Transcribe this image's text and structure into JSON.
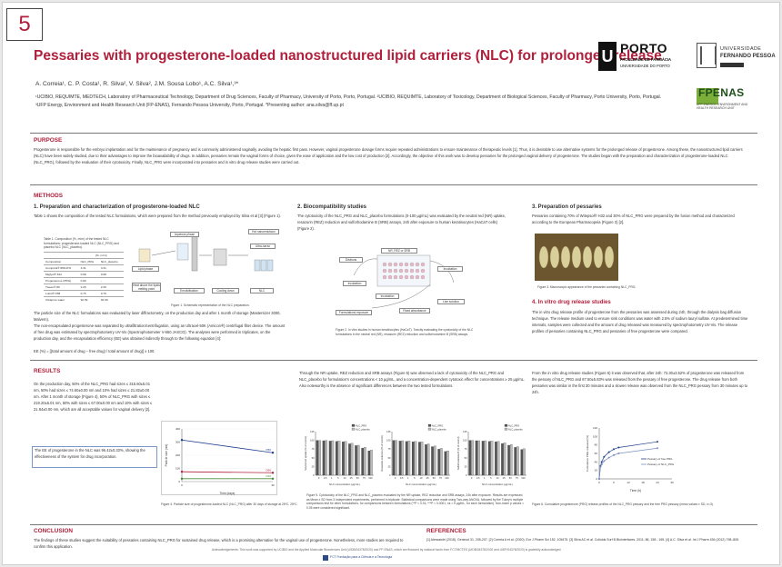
{
  "slide_number": "5",
  "title": "Pessaries with progesterone-loaded nanostructured lipid carriers (NLC) for prolonged release",
  "authors": "A. Correia¹, C. P. Costa¹, R. Silva², V. Silva², J.M. Sousa Lobo¹, A.C. Silva¹,³*",
  "affiliations": "¹UCIBIO, REQUIMTE, MEDTECH, Laboratory of Pharmaceutical Technology, Department of Drug Sciences, Faculty of Pharmacy, University of Porto, Porto, Portugal. ²UCIBIO, REQUIMTE, Laboratory of Toxicology, Department of Biological Sciences, Faculty of Pharmacy, Porto University, Porto, Portugal. ³UFP Energy, Environment and Health Research Unit (FP-ENAS), Fernando Pessoa University, Porto, Portugal. *Presenting author: ana.silva@ff.up.pt",
  "logos": {
    "up_letter": "U",
    "up_name": "PORTO",
    "up_faculty": "FACULDADE DE FARMÁCIA",
    "up_university": "UNIVERSIDADE DO PORTO",
    "ufp_line1": "UNIVERSIDADE",
    "ufp_line2": "FERNANDO PESSOA",
    "fpenas_name": "FPENAS",
    "fpenas_sub": "UFP ENERGY, ENVIRONMENT AND HEALTH RESEARCH UNIT"
  },
  "purpose": {
    "heading": "PURPOSE",
    "text": "Progesterone is responsible for the embryo implantation and for the maintenance of pregnancy and is commonly administered vaginally, avoiding the hepatic first pass. However, vaginal progesterone dosage forms require repeated administrations to ensure maintenance of therapeutic levels [1]. Thus, it is desirable to use alternative systems for the prolonged release of progesterone. Among these, the nanostructured lipid carriers (NLC) have been widely studied, due to their advantages to improve the bioavailability of drugs. In addition, pessaries remain the vaginal forms of choice, given the ease of application and the low cost of production [2]. Accordingly, the objective of this work was to develop pessaries for the prolonged vaginal delivery of progesterone. The studies began with the preparation and characterization of progesterone-loaded NLC (NLC_PRG), followed by the evaluation of their cytotoxicity. Finally, NLC_PRG were incorporated into pessaries and in vitro drug release studies were carried out."
  },
  "methods": {
    "heading": "METHODS",
    "s1_title": "1. Preparation and characterization of progesterone-loaded NLC",
    "s1_text": "Table 1 shows the composition of the tested NLC formulations, which were prepared from the method previously employed by Silva et al [3] (Figure 1).",
    "table_caption": "Table 1. Composition (%, m/m) of the tested NLC formulations: progesterone-loaded NLC (NLC_PRG) and placebo NLC (NLC_placebo).",
    "table_header": [
      "Composition",
      "NLC_PRG",
      "NLC_placebo"
    ],
    "table_group": "(%, m/m)",
    "table_rows": [
      [
        "Compritol® 888 ATO",
        "3.31",
        "3.31"
      ],
      [
        "Miglyol® 812",
        "0.68",
        "0.68"
      ],
      [
        "Progesterone (PRG)",
        "0.90",
        "-"
      ],
      [
        "Tween® 80",
        "2.26",
        "2.26"
      ],
      [
        "Lutrol® F68",
        "0.76",
        "0.76"
      ],
      [
        "Ultrapure water",
        "92.09",
        "92.99"
      ]
    ],
    "fig1_labels": {
      "lipid": "Lipid phase",
      "aqueous": "Aqueous phase",
      "heat": "Heat above the lipids melting point",
      "emuls": "Emulsification",
      "cooling": "Cooling down",
      "nlc": "NLC",
      "hot": "Hot nanoemulsion",
      "ultra": "Ultra-turrax"
    },
    "fig1_caption": "Figure 1. Schematic representation of the NLC preparation.",
    "s1_text2": "The particle size of the NLC formulations was evaluated by laser diffractometry, on the production day and after 1 month of storage (Mastersizer 3000, Malvern).",
    "s1_text3": "The non-encapsulated progesterone was separated by ultrafiltration/centrifugation, using an Ultracel-50K (Amicon®) centrifugal filter device. The amount of free drug was estimated by spectrophotometry UV-Vis (Spectrophotometer V-650 JASCO). The analyses were performed in triplicates, on the production day, and the encapsulation efficiency (EE) was obtained indirectly through to the following equation [4]:",
    "equation": "EE (%) = [(total amount of drug – free drug) / total amount of drug)] x 100.",
    "s2_title": "2. Biocompatibility studies",
    "s2_text": "The cytotoxicity of the NLC_PRG and NLC_placebo formulations (0-100 µg/mL) was evaluated by the neutral red (NR) uptake, resazurin (REZ) reduction and sulforhodamine B (SRB) assays, 24h after exposure to human keratinocytes (HaCaT cells) (Figure 2).",
    "fig2_labels": {
      "dilutions": "Dilutions",
      "incubation1": "Incubation",
      "incubation2": "Incubation",
      "incubation3": "Incubation",
      "assay": "NR, REZ or SRB",
      "exposure": "Formulations exposure",
      "read": "Read absorbance",
      "lise": "Lise solution"
    },
    "fig2_caption": "Figure 2. In vitro studies in human keratinocytes (HaCaT). Toxicity evaluating the cytotoxicity of the NLC formulations in the neutral red (NR), resazurin (REZ) reduction and sulforhodamine B (SRB) assays.",
    "s3_title": "3. Preparation of pessaries",
    "s3_text": "Pessaries containing 70% of Witepsol® H32 and 30% of NLC_PRG were prepared by the fusion method and characterized according to the European Pharmacopeia (Figure 3) [2].",
    "fig3_caption": "Figure 3. Macroscopic appearance of the pessaries containing NLC_PRG.",
    "s4_title": "4. In vitro drug release studies",
    "s4_text": "The in vitro drug release profile of progesterone from the pessaries was assessed during 24h, through the dialysis bag diffusion technique. The release medium used to ensure sink conditions was water with 2.5% of sodium lauryl sulfate. At predetermined time intervals, samples were collected and the amount of drug released was measured by spectrophotometry UV-Vis. The release profiles of pessaries containing NLC_PRG and pessaries of free progesterone were compared."
  },
  "results": {
    "heading": "RESULTS",
    "text1": "On the production day, 50% of the NLC_PRG had sizes ≤ 315.60±5.01 nm, 50% had sizes ≤ 74.60±0.00 nm and 10% had sizes ≤ 21.82±0.00 nm. After 1 month of storage (Figure 4), 50% of NLC_PRG with sizes ≤ 219.20±5.01 nm, 50% with sizes ≤ 67.00±0.00 nm and 10% with sizes ≤ 21.84±0.00 nm, which are all acceptable values for vaginal delivery [2].",
    "text2": "The EE of progesterone in the NLC was 96.42±0.33%, showing the effectiveness of the system for drug incorporation.",
    "fig4_caption": "Figure 4. Particle size of progesterone-loaded NLC (NLC_PRG) after 30 days of storage at 25ºC, 25ºC.",
    "text3": "Through the NR uptake, REZ reduction and SRB assays (Figure 5) was observed a lack of cytotoxicity of the NLC_PRG and NLC_placebo for formulation's concentrations < 10 µg/mL, and a concentration-dependent cytotoxic effect for concentrations ≥ 25 µg/mL. Also noteworthy is the absence of significant differences between the two tested formulations.",
    "fig5_caption": "Figure 5. Cytotoxicity of the NLC_PRG and NLC_placebo evaluated by the NR uptake, REZ reduction and SRB assays, 24h after exposure. Results are expressed as Mean ± SD from 3 independent experiments, performed in triplicate. Statistical comparisons were made using Two-way ANOVA, followed by the Tukey's multiple comparisons test for other formulations, for comparisons between formulations (**P < 0.01; ***P < 0.0001, ns = 5 µg/mL, for each formulation). Non-lower p values < 0.05 were considered significant.",
    "text4": "From the in vitro drug release studies (Figure 6) it was observed that, after 24h: 72.30±3.52% of progesterone was released from the pessary of NLC_PRG and 87.50±5.83% was released from the pessary of free progesterone. The drug release from both pessaries was similar in the first 30 minutes and a slower release was observed from the NLC_PRG pessary from 30 minutes up to 24h.",
    "fig6_caption": "Figure 6. Cumulative progesterone (PRG) release profiles of the NLC_PRG pessary and the free PRG pessary (mean values ± SD, n=3)."
  },
  "conclusion": {
    "heading": "CONCLUSION",
    "text": "The findings of these studies suggest the suitability of pessaries containing NLC_PRG for sustained drug release, which is a promising alternative for the vaginal use of progesterone. Nonetheless, more studies are required to confirm this application."
  },
  "references": {
    "heading": "REFERENCES",
    "text": "[1] Alessandri (2018). Genecol 31, 205-207. [2] Correia A et al. (2020). Eur J Pharm Sci 152, 105475. [3] Silva AC et al. Colloids Surf B Biointerfaces. 2011; 86, 158 - 165. [4] A.C. Silva et al. Int J Pharm 436 (2012) 798–805."
  },
  "funding": {
    "text": "Acknowledgements: This work was supported by UCIBIO and the Applied Molecular Biosciences Unit (UIDB/04378/2020) and FP-ENAS, which are financed by national funds from FCT/MCTES (UIDB/04378/2020 and UIDP/04378/2020) is gratefully acknowledged.",
    "fct": "FCT Fundação para a Ciência e a Tecnologia"
  },
  "chart_data": [
    {
      "id": "fig4",
      "type": "line",
      "title": "",
      "xlabel": "Time (days)",
      "ylabel": "Particle size (nm)",
      "ylim": [
        0,
        400
      ],
      "x": [
        0,
        30
      ],
      "series": [
        {
          "name": "D50",
          "values": [
            315.6,
            219.2
          ],
          "color": "#1f3f8f"
        },
        {
          "name": "D90",
          "values": [
            74.6,
            67.0
          ],
          "color": "#b0203c"
        },
        {
          "name": "D10",
          "values": [
            21.82,
            21.84
          ],
          "color": "#4a8a3a"
        }
      ]
    },
    {
      "id": "fig5a",
      "type": "bar",
      "title": "NR uptake",
      "xlabel": "NLC concentration (µg/mL)",
      "ylabel": "Neutral red uptake (% of control)",
      "ylim": [
        0,
        125
      ],
      "categories": [
        "0",
        "0.5",
        "1",
        "5",
        "10",
        "25",
        "50",
        "75",
        "100"
      ],
      "series": [
        {
          "name": "NLC_PRG",
          "values": [
            100,
            99,
            98,
            97,
            96,
            90,
            85,
            78,
            70
          ],
          "color": "#555555"
        },
        {
          "name": "NLC_placebo",
          "values": [
            100,
            100,
            99,
            98,
            97,
            92,
            86,
            80,
            72
          ],
          "color": "#bbbbbb"
        }
      ]
    },
    {
      "id": "fig5b",
      "type": "bar",
      "title": "REZ reduction",
      "xlabel": "NLC concentration (µg/mL)",
      "ylabel": "Resazurin reduction (% of control)",
      "ylim": [
        0,
        125
      ],
      "categories": [
        "0",
        "0.5",
        "1",
        "5",
        "10",
        "25",
        "50",
        "75",
        "100"
      ],
      "series": [
        {
          "name": "NLC_PRG",
          "values": [
            100,
            98,
            97,
            96,
            95,
            88,
            82,
            75,
            68
          ],
          "color": "#555555"
        },
        {
          "name": "NLC_placebo",
          "values": [
            100,
            99,
            98,
            97,
            96,
            90,
            84,
            77,
            70
          ],
          "color": "#bbbbbb"
        }
      ]
    },
    {
      "id": "fig5c",
      "type": "bar",
      "title": "SRB",
      "xlabel": "NLC concentration (µg/mL)",
      "ylabel": "Sulforhodamine B (% of control)",
      "ylim": [
        0,
        125
      ],
      "categories": [
        "0",
        "0.5",
        "1",
        "5",
        "10",
        "25",
        "50",
        "75",
        "100"
      ],
      "series": [
        {
          "name": "NLC_PRG",
          "values": [
            100,
            99,
            98,
            97,
            96,
            91,
            86,
            80,
            74
          ],
          "color": "#555555"
        },
        {
          "name": "NLC_placebo",
          "values": [
            100,
            99,
            99,
            98,
            97,
            93,
            88,
            82,
            76
          ],
          "color": "#bbbbbb"
        }
      ]
    },
    {
      "id": "fig6",
      "type": "line",
      "title": "",
      "xlabel": "Time (h)",
      "ylabel": "Cumulative PRG released (%)",
      "xlim": [
        0,
        30
      ],
      "ylim": [
        0,
        120
      ],
      "x": [
        0,
        0.5,
        1,
        2,
        4,
        6,
        8,
        24
      ],
      "series": [
        {
          "name": "Pessary of free PRG",
          "values": [
            0,
            30,
            40,
            52,
            63,
            70,
            74,
            87.5
          ],
          "color": "#1f3f8f"
        },
        {
          "name": "Pessary of NLC_PRG",
          "values": [
            0,
            28,
            34,
            42,
            50,
            56,
            60,
            72.3
          ],
          "color": "#7a8fc0"
        }
      ]
    }
  ]
}
